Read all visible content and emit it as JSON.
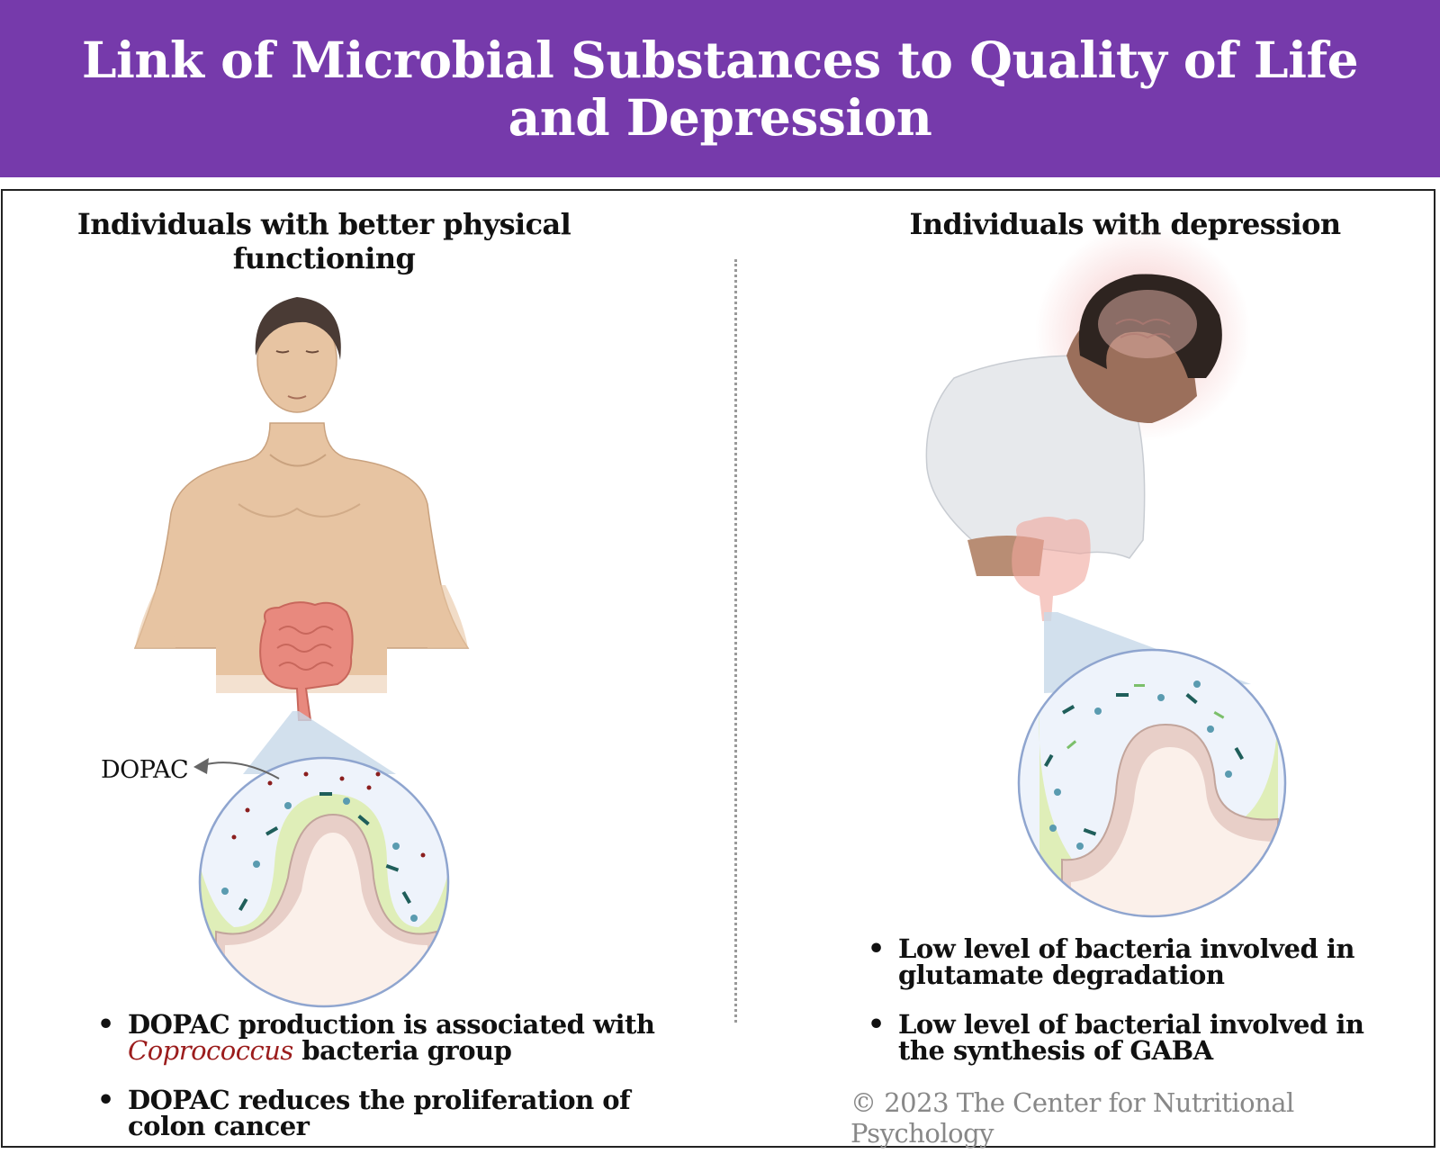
{
  "title": "Link of Microbial Substances to Quality of Life and Depression",
  "colors": {
    "header_bg": "#763aab",
    "accent_red": "#9b1c1c",
    "gut": "#e8897e",
    "skin": "#e7c4a2"
  },
  "left": {
    "heading": "Individuals with better physical functioning",
    "callout": "DOPAC",
    "bullets": [
      {
        "italic": "Coprococcus",
        "before": "DOPAC production is associated with ",
        "after": " bacteria group"
      },
      {
        "text": "DOPAC reduces the proliferation of colon cancer"
      }
    ]
  },
  "right": {
    "heading": "Individuals with depression",
    "bullets": [
      {
        "text": "Low level of bacteria involved in glutamate degradation"
      },
      {
        "text": "Low level of bacterial involved in the synthesis of GABA"
      }
    ]
  },
  "footer": {
    "copyright": "© 2023 The Center for Nutritional Psychology"
  },
  "icons": [
    "healthy-man-illustration",
    "depressed-person-illustration",
    "intestine-icon",
    "gut-lining-zoom-icon",
    "curved-arrow-icon"
  ]
}
